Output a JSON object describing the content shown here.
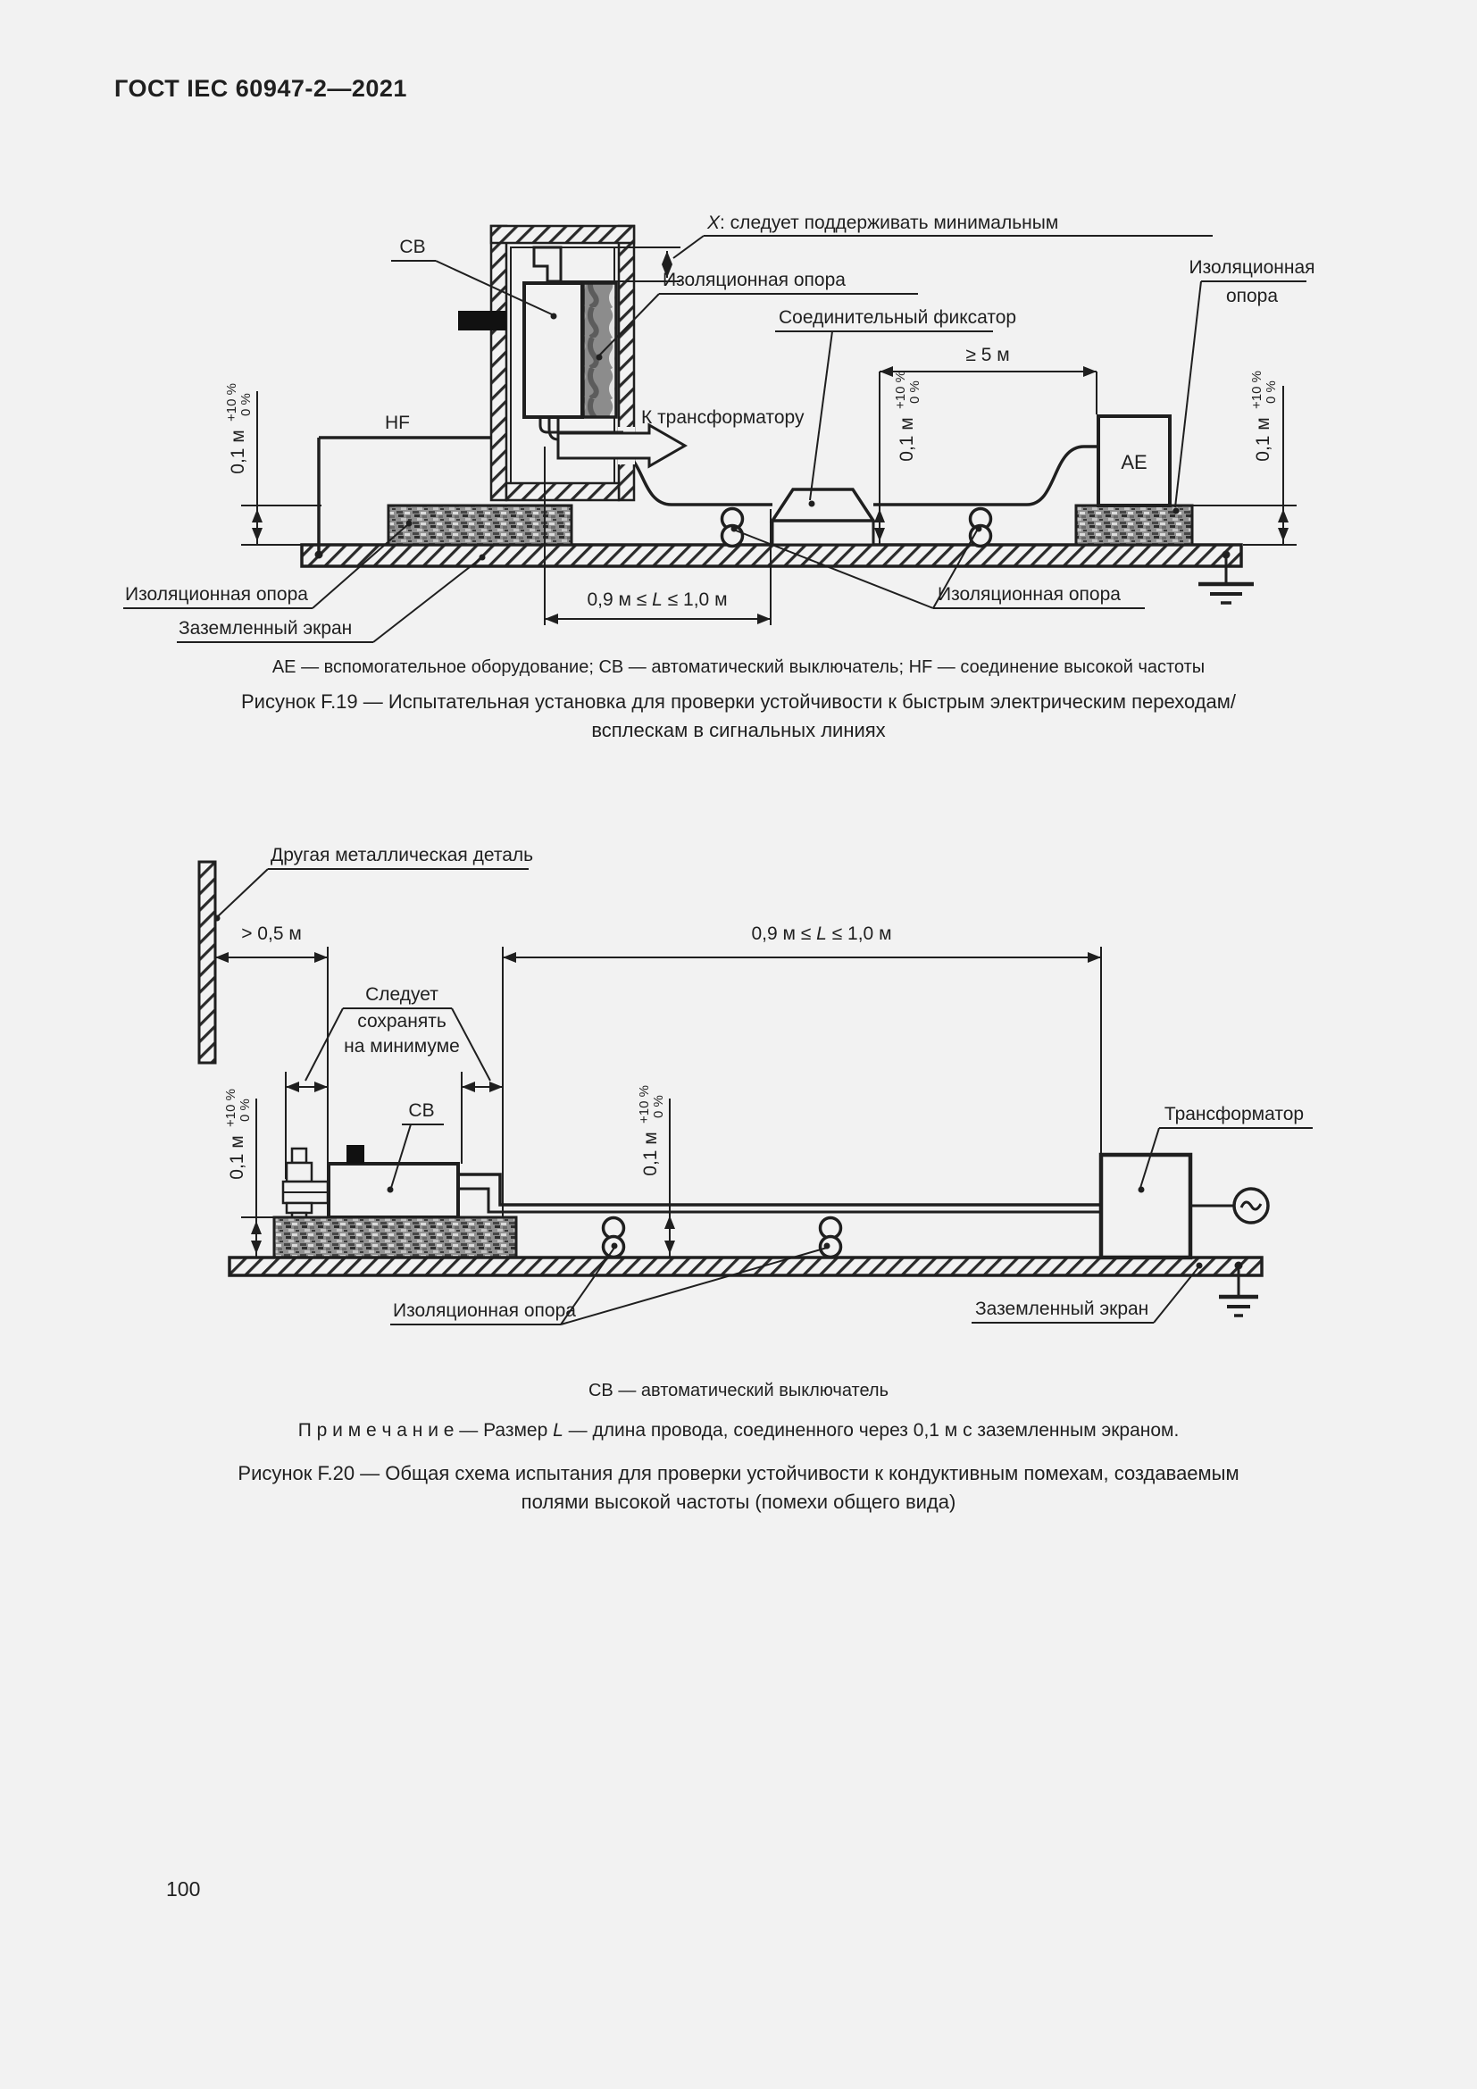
{
  "page": {
    "header": "ГОСТ IEC 60947-2—2021",
    "number": "100",
    "background": "#f2f2f2",
    "ink": "#1f1f1f"
  },
  "tolerance": {
    "value": "0,1 м",
    "plus": "+10 %",
    "minus": "0 %"
  },
  "l_range": {
    "pre": "0,9 м ≤ ",
    "symbol": "L",
    "post": " ≤ 1,0 м"
  },
  "fig19": {
    "labels": {
      "cb": "СВ",
      "x_symbol": "X",
      "x_text": ": следует поддерживать минимальным",
      "insulating_support_top": "Изоляционная опора",
      "coupling_clamp": "Соединительный фиксатор",
      "insulating_support_right_1": "Изоляционная",
      "insulating_support_right_2": "опора",
      "ge_5m": "≥ 5 м",
      "hf": "HF",
      "to_transformer": "К трансформатору",
      "ae": "АЕ",
      "insulating_support_left": "Изоляционная опора",
      "grounded_screen": "Заземленный экран",
      "insulating_support_bottom": "Изоляционная опора"
    },
    "legend": "АЕ — вспомогательное оборудование; СВ — автоматический выключатель; HF — соединение высокой частоты",
    "caption_line1": "Рисунок F.19 — Испытательная установка для проверки устойчивости к быстрым электрическим переходам/",
    "caption_line2": "всплескам в сигнальных линиях"
  },
  "fig20": {
    "labels": {
      "other_metal_part": "Другая металлическая деталь",
      "gt_05m": "> 0,5 м",
      "keep_min_1": "Следует",
      "keep_min_2": "сохранять",
      "keep_min_3": "на минимуме",
      "cb": "СВ",
      "transformer": "Трансформатор",
      "insulating_support": "Изоляционная опора",
      "grounded_screen": "Заземленный экран"
    },
    "legend": "СВ — автоматический выключатель",
    "note_prefix": "П р и м е ч а н и е — Размер ",
    "note_symbol": "L",
    "note_suffix": " — длина провода, соединенного через 0,1 м с заземленным экраном.",
    "caption_line1": "Рисунок F.20 — Общая схема испытания для проверки устойчивости к кондуктивным помехам, создаваемым",
    "caption_line2": "полями высокой частоты (помехи общего вида)"
  }
}
